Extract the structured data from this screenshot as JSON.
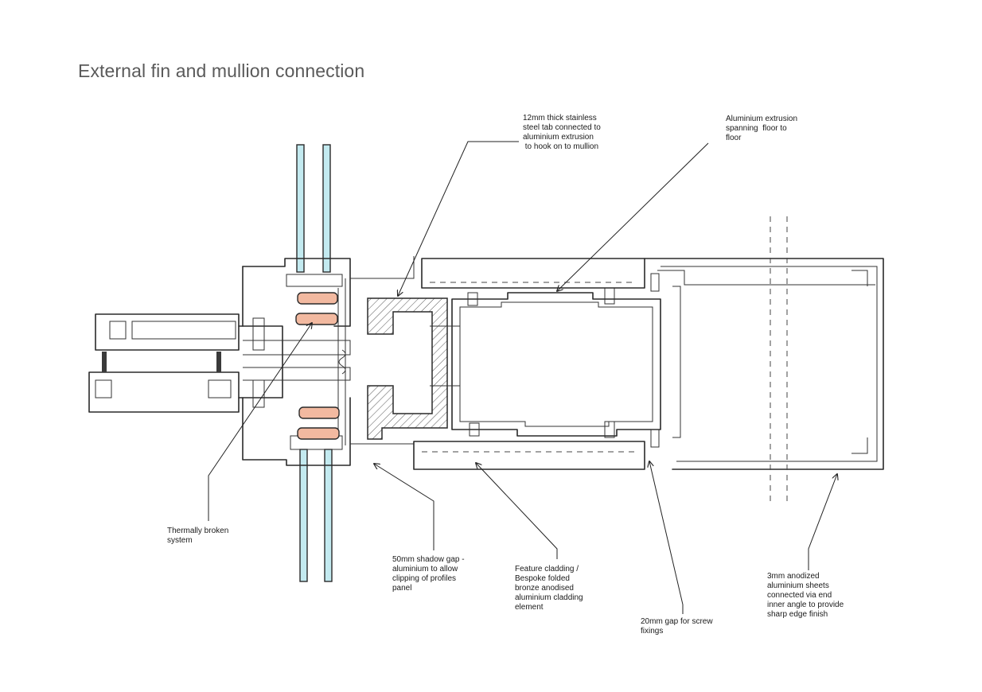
{
  "title": "External fin and mullion connection",
  "annotations": {
    "steel_tab": "12mm thick stainless\nsteel tab connected to\naluminium extrusion\n to hook on to mullion",
    "extrusion": "Aluminium extrusion\nspanning  floor to\nfloor",
    "thermal": "Thermally broken\nsystem",
    "shadow_gap": "50mm shadow gap -\naluminium to allow\nclipping of profiles\npanel",
    "cladding": "Feature cladding /\nBespoke folded\nbronze anodised\naluminium cladding\nelement",
    "screw_gap": "20mm gap for screw\nfixings",
    "sheets": "3mm anodized\naluminium sheets\nconnected via end\ninner angle to provide\nsharp edge finish"
  },
  "colors": {
    "glass": "#c3eaf0",
    "gasket": "#f2b9a0",
    "line": "#2a2a2a"
  }
}
